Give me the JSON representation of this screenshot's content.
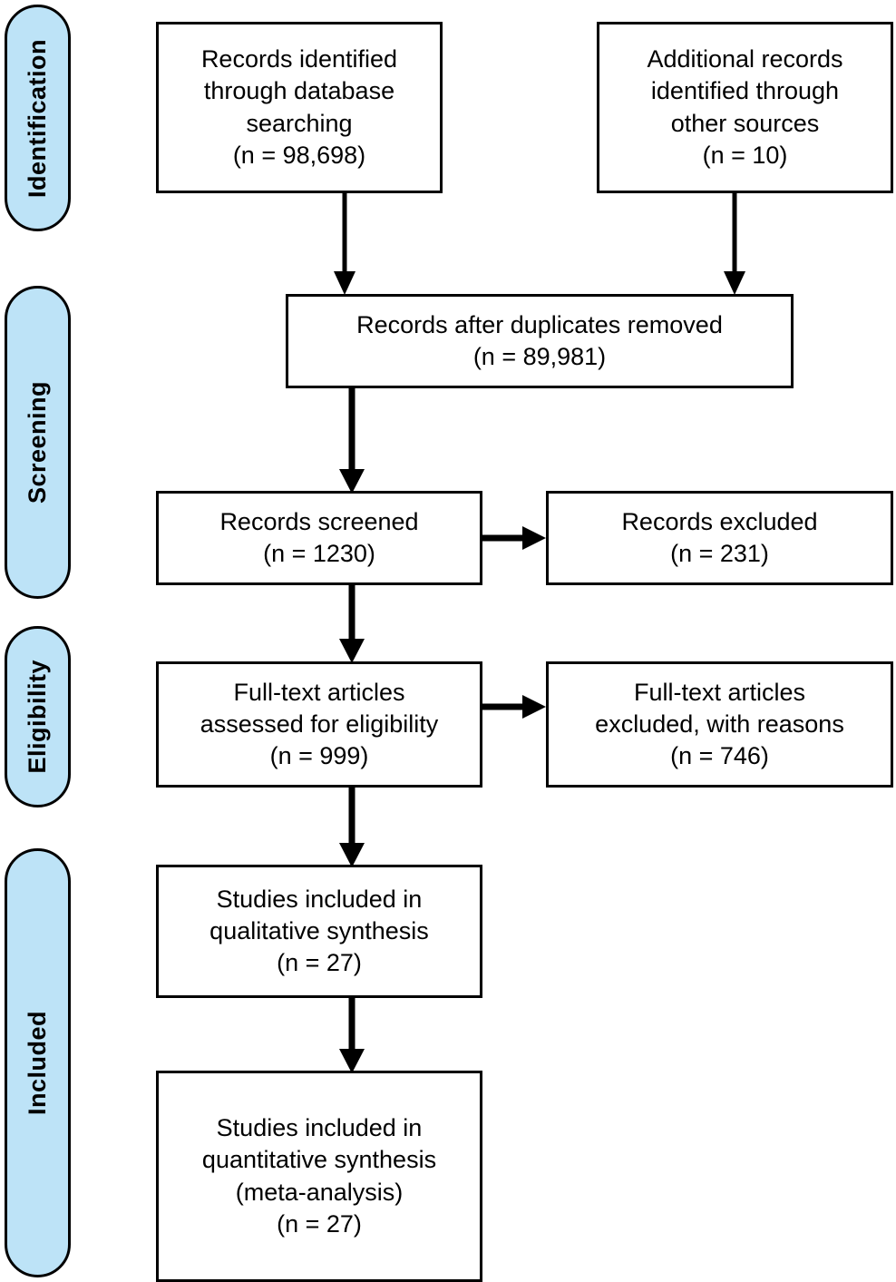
{
  "diagram": {
    "title": "PRISMA flow diagram",
    "type": "flowchart",
    "accent_color": "#BDE3F7",
    "line_color": "#000000",
    "background": "#FFFFFF"
  },
  "stages": [
    {
      "id": "identification",
      "label": "Identification"
    },
    {
      "id": "screening",
      "label": "Screening"
    },
    {
      "id": "eligibility",
      "label": "Eligibility"
    },
    {
      "id": "included",
      "label": "Included"
    }
  ],
  "boxes": {
    "db_search": {
      "id": "records-identified-database",
      "text": "Records identified\nthrough database\nsearching\n(n =  98,698)",
      "count_label": "(n =  98,698)",
      "count": 98698
    },
    "other_sources": {
      "id": "additional-records-other-sources",
      "text": "Additional records\nidentified through\nother sources\n(n =  10)",
      "count_label": "(n =  10)",
      "count": 10
    },
    "duplicates_removed": {
      "id": "records-after-duplicates-removed",
      "text": "Records after duplicates removed\n(n =   89,981)",
      "count_label": "(n =   89,981)",
      "count": 89981
    },
    "screened": {
      "id": "records-screened",
      "text": "Records screened\n(n =  1230)",
      "count_label": "(n =  1230)",
      "count": 1230
    },
    "records_excluded": {
      "id": "records-excluded",
      "text": "Records excluded\n(n = 231)",
      "count_label": "(n = 231)",
      "count": 231
    },
    "fulltext_assessed": {
      "id": "full-text-articles-assessed",
      "text": "Full-text articles\nassessed for eligibility\n(n =  999)",
      "count_label": "(n =  999)",
      "count": 999
    },
    "fulltext_excluded": {
      "id": "full-text-articles-excluded",
      "text": "Full-text articles\nexcluded, with reasons\n(n =  746)",
      "count_label": "(n =  746)",
      "count": 746
    },
    "qualitative": {
      "id": "studies-included-qualitative",
      "text": "Studies included in\nqualitative synthesis\n(n =  27)",
      "count_label": "(n =  27)",
      "count": 27
    },
    "quantitative": {
      "id": "studies-included-quantitative",
      "text": "Studies included in\nquantitative synthesis\n(meta-analysis)\n(n =  27)",
      "count_label": "(n =  27)",
      "count": 27
    }
  },
  "chart_data": {
    "type": "flowchart",
    "title": "PRISMA flow diagram",
    "nodes": [
      {
        "key": "db_search",
        "stage": "Identification",
        "label": "Records identified through database searching",
        "n": 98698
      },
      {
        "key": "other_sources",
        "stage": "Identification",
        "label": "Additional records identified through other sources",
        "n": 10
      },
      {
        "key": "duplicates_removed",
        "stage": "Screening",
        "label": "Records after duplicates removed",
        "n": 89981
      },
      {
        "key": "screened",
        "stage": "Screening",
        "label": "Records screened",
        "n": 1230
      },
      {
        "key": "records_excluded",
        "stage": "Screening",
        "label": "Records excluded",
        "n": 231
      },
      {
        "key": "fulltext_assessed",
        "stage": "Eligibility",
        "label": "Full-text articles assessed for eligibility",
        "n": 999
      },
      {
        "key": "fulltext_excluded",
        "stage": "Eligibility",
        "label": "Full-text articles excluded, with reasons",
        "n": 746
      },
      {
        "key": "qualitative",
        "stage": "Included",
        "label": "Studies included in qualitative synthesis",
        "n": 27
      },
      {
        "key": "quantitative",
        "stage": "Included",
        "label": "Studies included in quantitative synthesis (meta-analysis)",
        "n": 27
      }
    ],
    "edges": [
      {
        "from": "db_search",
        "to": "duplicates_removed",
        "direction": "down"
      },
      {
        "from": "other_sources",
        "to": "duplicates_removed",
        "direction": "down"
      },
      {
        "from": "duplicates_removed",
        "to": "screened",
        "direction": "down"
      },
      {
        "from": "screened",
        "to": "records_excluded",
        "direction": "right"
      },
      {
        "from": "screened",
        "to": "fulltext_assessed",
        "direction": "down"
      },
      {
        "from": "fulltext_assessed",
        "to": "fulltext_excluded",
        "direction": "right"
      },
      {
        "from": "fulltext_assessed",
        "to": "qualitative",
        "direction": "down"
      },
      {
        "from": "qualitative",
        "to": "quantitative",
        "direction": "down"
      }
    ]
  }
}
